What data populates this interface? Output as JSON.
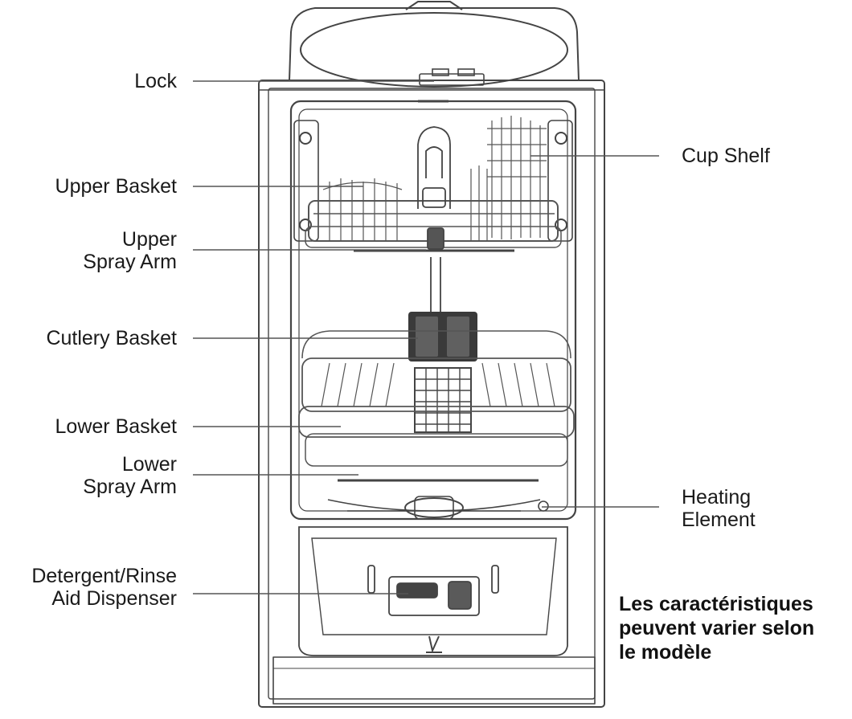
{
  "labels": {
    "lock": "Lock",
    "upper_basket": "Upper Basket",
    "upper_spray_arm": [
      "Upper",
      "Spray Arm"
    ],
    "cutlery_basket": "Cutlery Basket",
    "lower_basket": "Lower Basket",
    "lower_spray_arm": [
      "Lower",
      "Spray Arm"
    ],
    "dispenser": [
      "Detergent/Rinse",
      "Aid Dispenser"
    ],
    "cup_shelf": "Cup Shelf",
    "heating_element": [
      "Heating",
      "Element"
    ]
  },
  "note": [
    "Les caractéristiques",
    "peuvent varier selon",
    "le modèle"
  ],
  "colors": {
    "text": "#1a1a1a",
    "line": "#555555",
    "drawing": "#444444"
  }
}
